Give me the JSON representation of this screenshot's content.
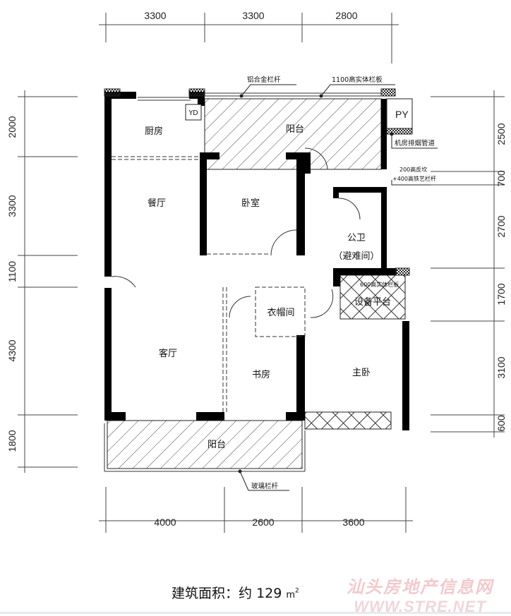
{
  "dimensions": {
    "top": [
      "3300",
      "3300",
      "2800"
    ],
    "bottom": [
      "4000",
      "2600",
      "3600"
    ],
    "left": [
      "2000",
      "3300",
      "1100",
      "4300",
      "1800"
    ],
    "right": [
      "2500",
      "700",
      "2700",
      "1700",
      "3100",
      "600"
    ]
  },
  "rooms": {
    "kitchen": "厨房",
    "dining": "餐厅",
    "bedroom": "卧室",
    "balcony_top": "阳台",
    "bathroom_line1": "公卫",
    "bathroom_line2": "（避难间）",
    "equipment": "设备平台",
    "closet": "衣帽间",
    "living": "客厅",
    "study": "书房",
    "master": "主卧",
    "balcony_bottom": "阳台"
  },
  "notes": {
    "yd": "YD",
    "py": "PY",
    "alu_railing": "铝合金栏杆",
    "solid_parapet": "1100高实体栏板",
    "smoke_duct": "机房排烟管道",
    "curb": "200高反坎",
    "iron_railing": "+400高铁艺栏杆",
    "parapet_600": "600高实体栏板",
    "glass_railing": "玻璃栏杆"
  },
  "area": {
    "label": "建筑面积：约",
    "value": "129",
    "unit": "m",
    "unit_sup": "2"
  },
  "watermark": {
    "line1": "汕头房地产信息网",
    "line2": "WWW.STRE.NET"
  }
}
